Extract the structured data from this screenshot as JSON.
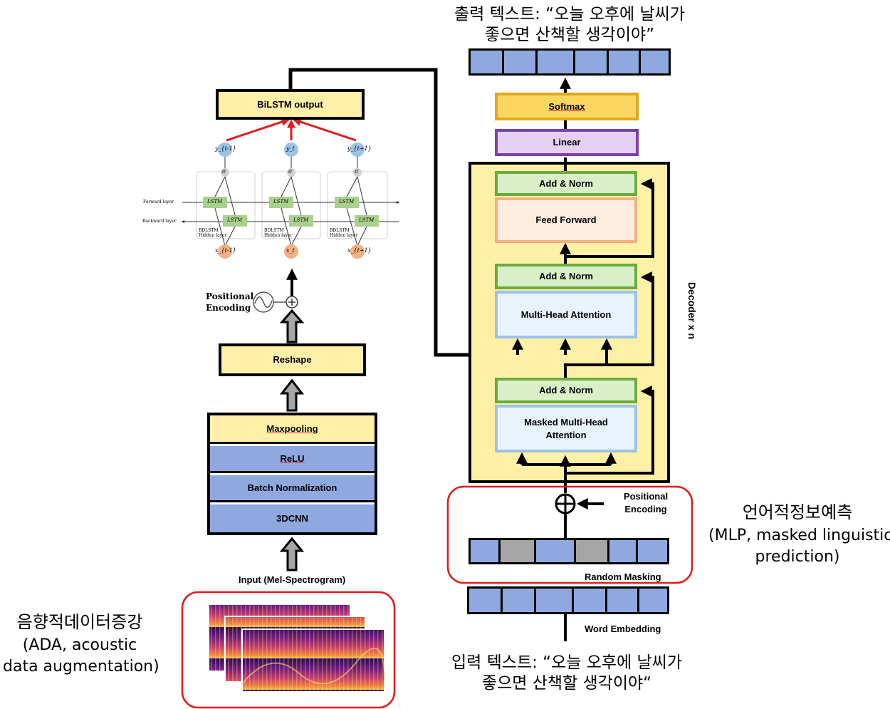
{
  "output_text": {
    "line1": "출력 텍스트: “오늘 오후에 날씨가",
    "line2": "좋으면 산책할 생각이야”"
  },
  "input_text": {
    "line1": "입력 텍스트: “오늘 오후에 날씨가",
    "line2": "좋으면 산책할 생각이야“"
  },
  "left_branch": {
    "bilstm_output": "BiLSTM output",
    "positional_encoding": "Positional\nEncoding",
    "reshape": "Reshape",
    "cnn_stack": [
      "Maxpooling",
      "ReLU",
      "Batch Normalization",
      "3DCNN"
    ],
    "input_label": "Input (Mel-Spectrogram)"
  },
  "bilstm_figure": {
    "outputs": [
      "y_{t-1}",
      "y_t",
      "y_{t+1}"
    ],
    "inputs": [
      "x_{t-1}",
      "x_t",
      "x_{t+1}"
    ],
    "sigma": "σ",
    "cell": "LSTM",
    "forward_layer": "Forward layer",
    "backward_layer": "Backward layer",
    "hidden_layer": "BDLSTM\nHidden layer"
  },
  "decoder": {
    "softmax": "Softmax",
    "linear": "Linear",
    "add_norm": "Add & Norm",
    "feed_forward": "Feed Forward",
    "multi_head_attention": "Multi-Head Attention",
    "masked_multi_head_attention": "Masked Multi-Head\nAttention",
    "side_label": "Decoder x n",
    "positional_encoding": "Positional\nEncoding",
    "random_masking": "Random Masking",
    "word_embedding": "Word Embedding"
  },
  "ada_label": {
    "korean": "음향적데이터증강",
    "english1": "(ADA, acoustic",
    "english2": "data augmentation)"
  },
  "mlp_label": {
    "korean": "언어적정보예측",
    "english1": "(MLP, masked linguistic",
    "english2": "prediction)"
  },
  "colors": {
    "yellow": "#fff0a8",
    "blue": "#8fa9e0",
    "light_blue": "#e8f3fd",
    "green_fill": "#d9efc8",
    "green_border": "#6aaa3f",
    "peach": "#fdece0",
    "peach_border": "#f4b183",
    "purple": "#e5d0f3",
    "purple_border": "#7d40a8",
    "softmax": "#fcd660",
    "softmax_border": "#e0a81e",
    "red": "#e01b1b",
    "masked": "#a6a6a6"
  }
}
